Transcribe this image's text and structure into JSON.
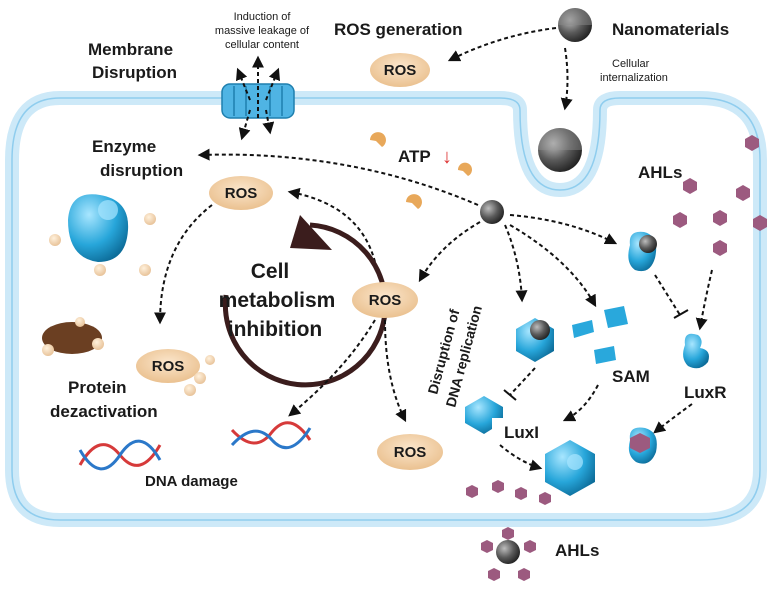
{
  "labels": {
    "ros_generation": "ROS generation",
    "nanomaterials": "Nanomaterials",
    "membrane_disruption_1": "Membrane",
    "membrane_disruption_2": "Disruption",
    "induction_1": "Induction of",
    "induction_2": "massive leakage of",
    "induction_3": "cellular content",
    "cellular_1": "Cellular",
    "cellular_2": "internalization",
    "enzyme_1": "Enzyme",
    "enzyme_2": "disruption",
    "atp": "ATP",
    "atp_arrow": "↓",
    "ahls_top": "AHLs",
    "ahls_bottom": "AHLs",
    "cell_1": "Cell",
    "cell_2": "metabolism",
    "cell_3": "inhibition",
    "dna_rep_1": "Disruption of",
    "dna_rep_2": "DNA replication",
    "protein_1": "Protein",
    "protein_2": "dezactivation",
    "dna_damage": "DNA damage",
    "sam": "SAM",
    "luxi": "LuxI",
    "luxr": "LuxR",
    "ros": "ROS"
  },
  "colors": {
    "membrane": "#bfe3f7",
    "membrane_line": "#7cc4ea",
    "ros_fill": "#f2d1a8",
    "protein_blue": "#29a8dc",
    "ahl_purple": "#9c5a7f",
    "nano_gray": "#555555"
  }
}
